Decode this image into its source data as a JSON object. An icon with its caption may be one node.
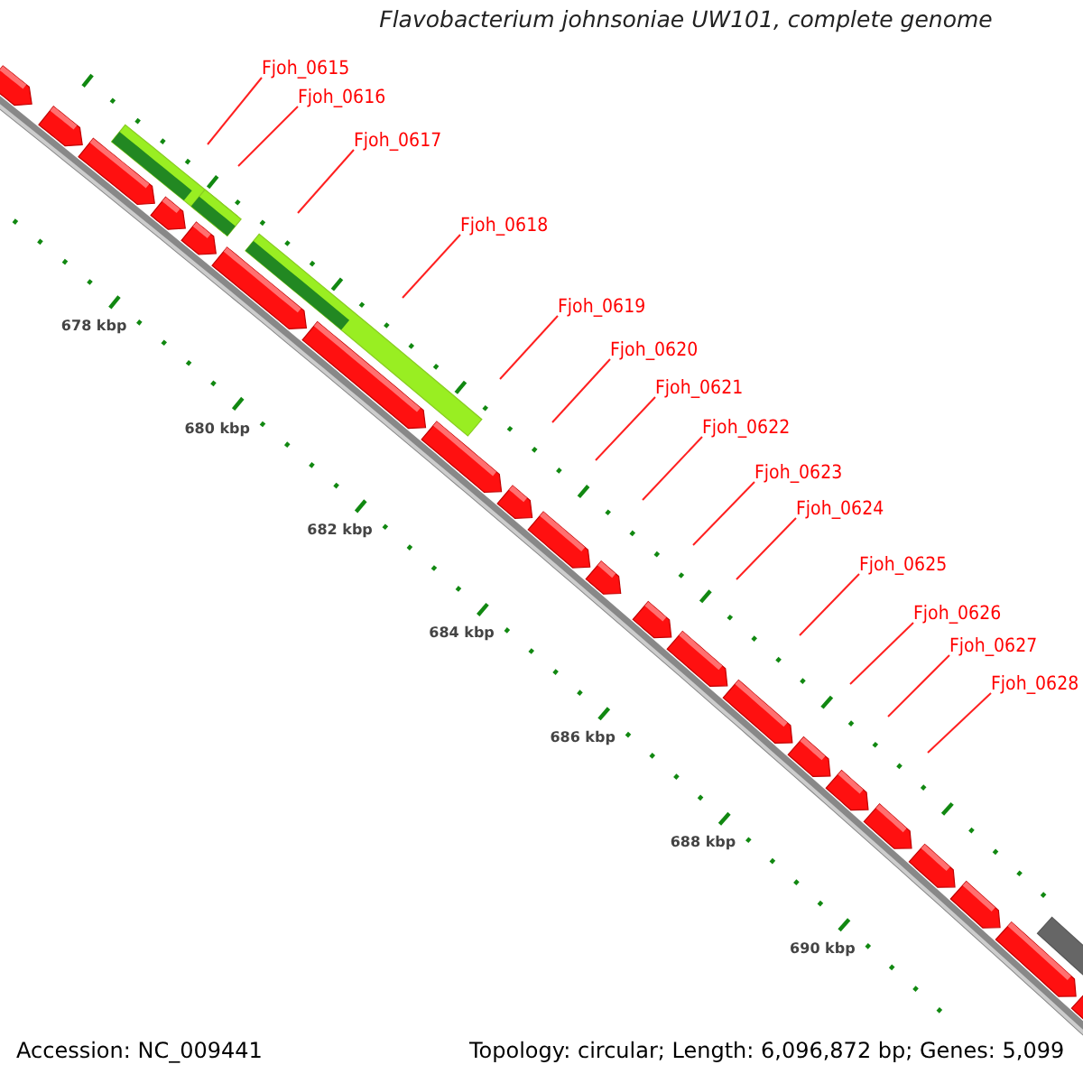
{
  "diagram": {
    "title": "Flavobacterium johnsoniae UW101, complete genome",
    "nodes": [
      {
        "text": [
          "Fjoh_0615"
        ]
      },
      {
        "text": [
          "Fjoh_0616"
        ]
      },
      {
        "text": [
          "Fjoh_0617"
        ]
      },
      {
        "text": [
          "Fjoh_0618"
        ]
      },
      {
        "text": [
          "Fjoh_0619"
        ]
      },
      {
        "text": [
          "Fjoh_0620"
        ]
      },
      {
        "text": [
          "Fjoh_0621"
        ]
      },
      {
        "text": [
          "Fjoh_0622"
        ]
      },
      {
        "text": [
          "Fjoh_0623"
        ]
      },
      {
        "text": [
          "Fjoh_0624"
        ]
      },
      {
        "text": [
          "Fjoh_0625"
        ]
      },
      {
        "text": [
          "Fjoh_0626"
        ]
      },
      {
        "text": [
          "Fjoh_0627"
        ]
      },
      {
        "text": [
          "Fjoh_0628"
        ]
      }
    ],
    "edges": [
      {
        "from": 0,
        "to": null,
        "arrow": "none"
      },
      {
        "from": 1,
        "to": null,
        "arrow": "none"
      },
      {
        "from": 2,
        "to": null,
        "arrow": "none"
      },
      {
        "from": 3,
        "to": null,
        "arrow": "none"
      },
      {
        "from": 4,
        "to": null,
        "arrow": "none"
      },
      {
        "from": 5,
        "to": null,
        "arrow": "none"
      },
      {
        "from": 6,
        "to": null,
        "arrow": "none"
      },
      {
        "from": 7,
        "to": null,
        "arrow": "none"
      },
      {
        "from": 8,
        "to": null,
        "arrow": "none"
      },
      {
        "from": 9,
        "to": null,
        "arrow": "none"
      },
      {
        "from": 10,
        "to": null,
        "arrow": "none"
      },
      {
        "from": 11,
        "to": null,
        "arrow": "none"
      },
      {
        "from": 12,
        "to": null,
        "arrow": "none"
      },
      {
        "from": 13,
        "to": null,
        "arrow": "none"
      }
    ],
    "labels": [
      "678 kbp",
      "680 kbp",
      "682 kbp",
      "684 kbp",
      "686 kbp",
      "688 kbp",
      "690 kbp",
      "Accession: NC_009441",
      "Topology: circular; Length: 6,096,872 bp; Genes: 5,099"
    ]
  }
}
